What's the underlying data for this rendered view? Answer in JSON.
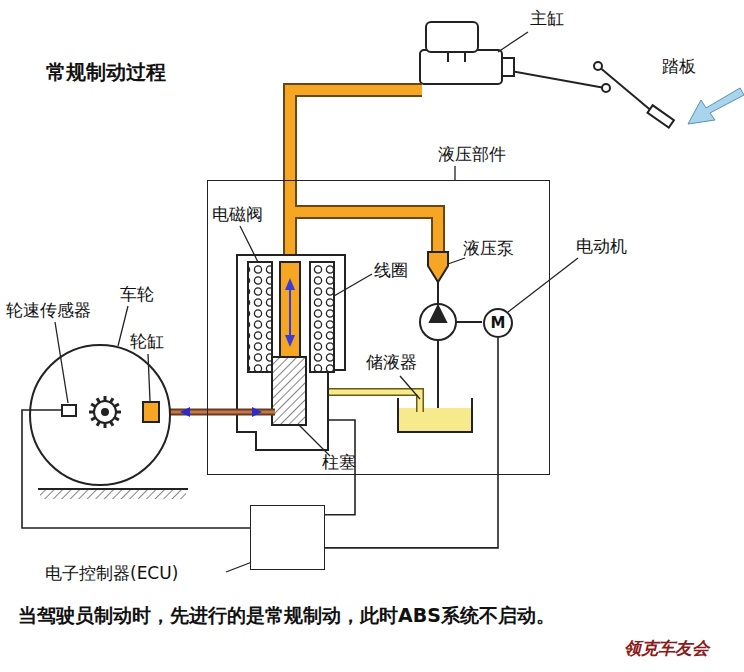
{
  "diagram": {
    "title": "常规制动过程",
    "caption": "当驾驶员制动时，先进行的是常规制动，此时ABS系统不启动。",
    "nodes": [
      {
        "text": [
          "液压部件"
        ]
      },
      {
        "text": [
          "M"
        ],
        "in": 0
      },
      {
        "text": [
          "电子控制器(ECU)"
        ]
      }
    ],
    "edges": [
      {
        "from": 2,
        "to": 1,
        "arrow": "none"
      },
      {
        "from": 2,
        "to": 0,
        "arrow": "none"
      }
    ],
    "labels": [
      "主缸",
      "踏板",
      "电磁阀",
      "线圈",
      "液压泵",
      "电动机",
      "轮速传感器",
      "车轮",
      "轮缸",
      "储液器",
      "柱塞",
      "领克车友会"
    ]
  }
}
